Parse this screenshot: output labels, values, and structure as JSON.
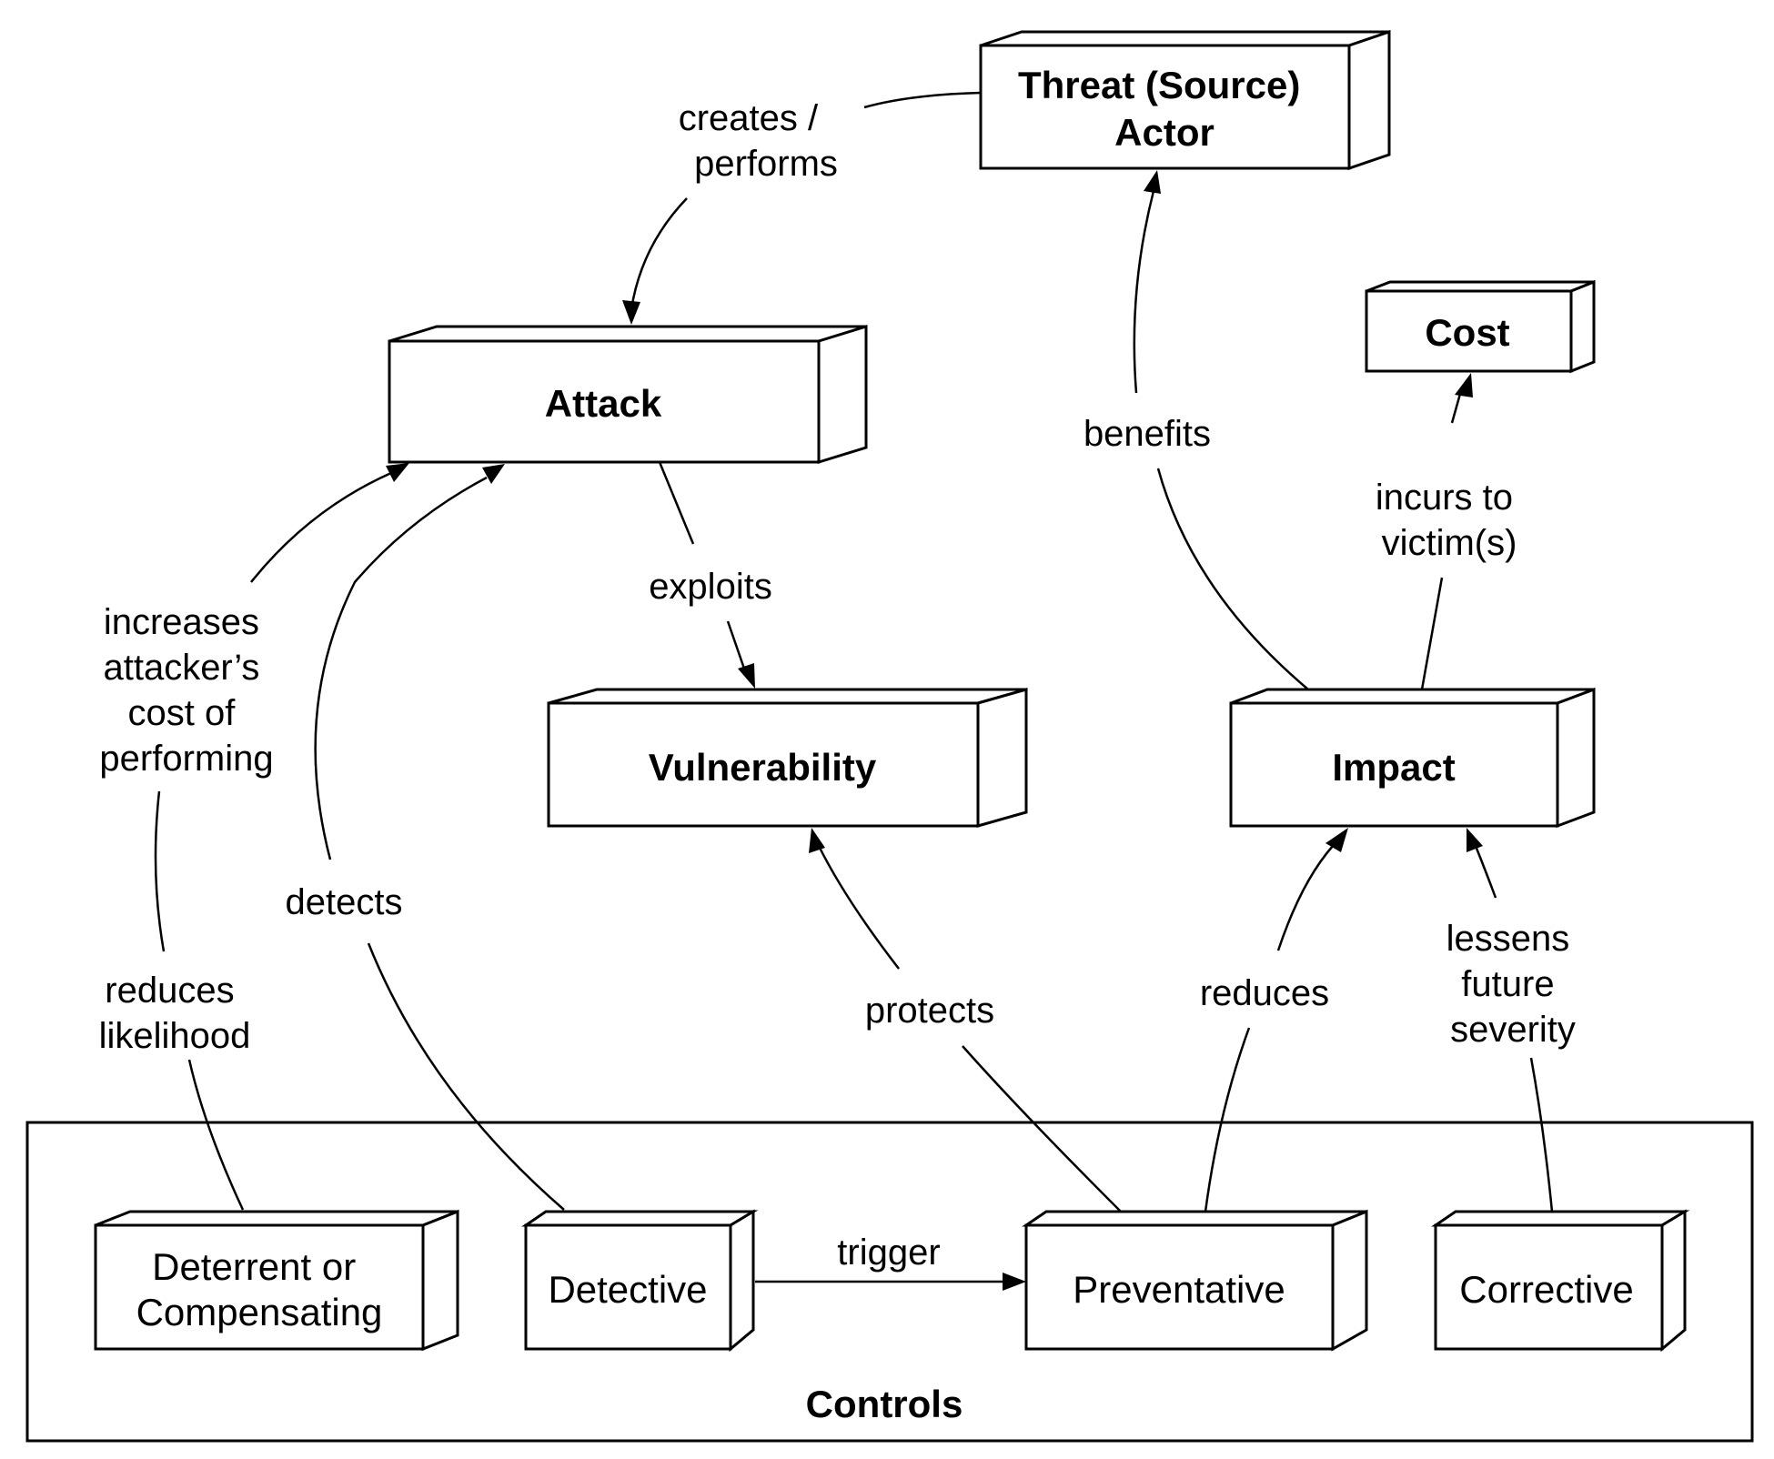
{
  "diagram": {
    "nodes": {
      "threat_actor": {
        "lines": [
          "Threat (Source)",
          "Actor"
        ],
        "style": "bold"
      },
      "attack": {
        "lines": [
          "Attack"
        ],
        "style": "bold"
      },
      "cost": {
        "lines": [
          "Cost"
        ],
        "style": "bold"
      },
      "vulnerability": {
        "lines": [
          "Vulnerability"
        ],
        "style": "bold"
      },
      "impact": {
        "lines": [
          "Impact"
        ],
        "style": "bold"
      },
      "deterrent": {
        "lines": [
          "Deterrent or",
          "Compensating"
        ],
        "style": "plain"
      },
      "detective": {
        "lines": [
          "Detective"
        ],
        "style": "plain"
      },
      "preventative": {
        "lines": [
          "Preventative"
        ],
        "style": "plain"
      },
      "corrective": {
        "lines": [
          "Corrective"
        ],
        "style": "plain"
      }
    },
    "group": {
      "label": "Controls"
    },
    "edges": [
      {
        "from": "threat_actor",
        "to": "attack",
        "lines": [
          "creates /",
          "performs"
        ]
      },
      {
        "from": "attack",
        "to": "vulnerability",
        "lines": [
          "exploits"
        ]
      },
      {
        "from": "impact",
        "to": "threat_actor",
        "lines": [
          "benefits"
        ]
      },
      {
        "from": "impact",
        "to": "cost",
        "lines": [
          "incurs to",
          "victim(s)"
        ]
      },
      {
        "from": "deterrent",
        "to": "attack",
        "lines": [
          "increases",
          "attacker’s",
          "cost of",
          "performing"
        ],
        "secondary_lines": [
          "reduces",
          "likelihood"
        ]
      },
      {
        "from": "detective",
        "to": "attack",
        "lines": [
          "detects"
        ]
      },
      {
        "from": "detective",
        "to": "preventative",
        "lines": [
          "trigger"
        ]
      },
      {
        "from": "preventative",
        "to": "vulnerability",
        "lines": [
          "protects"
        ]
      },
      {
        "from": "preventative",
        "to": "impact",
        "lines": [
          "reduces"
        ]
      },
      {
        "from": "corrective",
        "to": "impact",
        "lines": [
          "lessens",
          "future",
          "severity"
        ]
      }
    ]
  }
}
